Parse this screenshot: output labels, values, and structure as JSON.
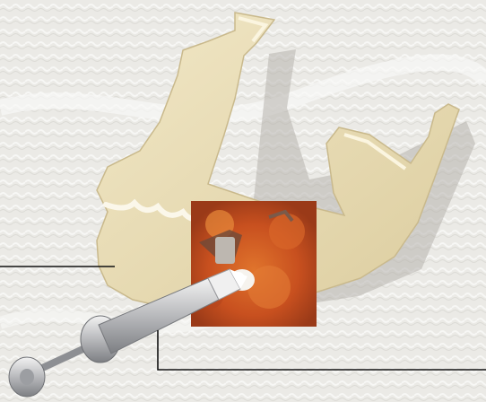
{
  "figure": {
    "background_color": "#e9e8e4",
    "bone_color": "#e9dcb6",
    "bone_shadow_color": "#b7b2ad",
    "tissue_color": "#c8501f",
    "syringe_color": "#cfd0d2",
    "leader_line_color": "#111111",
    "objects": [
      {
        "name": "mandible-bone",
        "kind": "anatomical-illustration"
      },
      {
        "name": "bone-graft-inset-photo",
        "kind": "surgical-photo"
      },
      {
        "name": "graft-syringe",
        "kind": "instrument"
      }
    ],
    "callouts": [
      {
        "name": "mandible-callout",
        "text": ""
      },
      {
        "name": "syringe-callout",
        "text": ""
      }
    ]
  }
}
